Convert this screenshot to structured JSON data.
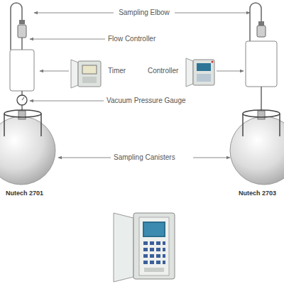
{
  "diagram": {
    "labels": [
      "Sampling Elbow",
      "Flow Controller",
      "Timer",
      "Controller",
      "Vacuum Pressure Gauge",
      "Sampling Canisters",
      "Nutech 2701",
      "Nutech 2703"
    ]
  }
}
